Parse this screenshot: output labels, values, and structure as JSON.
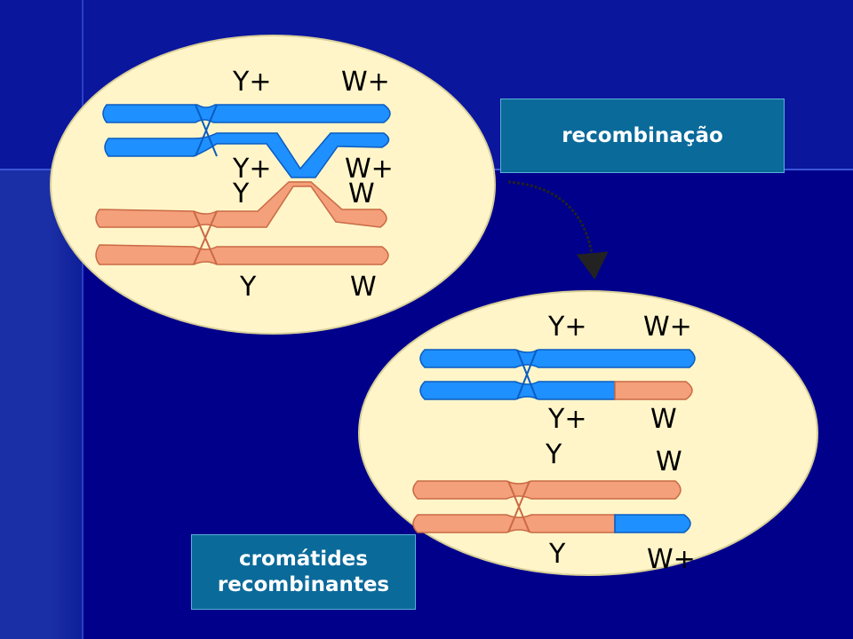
{
  "labels": {
    "recombination": "recombinação",
    "recombinant_chromatids_line1": "cromátides",
    "recombinant_chromatids_line2": "recombinantes"
  },
  "top_cell": {
    "blue_upper_left": "Y+",
    "blue_upper_right": "W+",
    "blue_lower_left": "Y+",
    "blue_lower_right": "W+",
    "orange_upper_left": "Y",
    "orange_upper_right": "W",
    "orange_lower_left": "Y",
    "orange_lower_right": "W"
  },
  "bottom_cell": {
    "blue_upper_left": "Y+",
    "blue_upper_right": "W+",
    "blue_lower_left": "Y+",
    "blue_lower_right": "W",
    "orange_upper_left": "Y",
    "orange_upper_right": "W",
    "orange_lower_left": "Y",
    "orange_lower_right": "W+"
  },
  "colors": {
    "background": "#00008b",
    "cell": "#fff5c8",
    "blue_chromosome": "#1e90ff",
    "orange_chromosome": "#f4a07a",
    "label_box": "#0a6a9a"
  }
}
